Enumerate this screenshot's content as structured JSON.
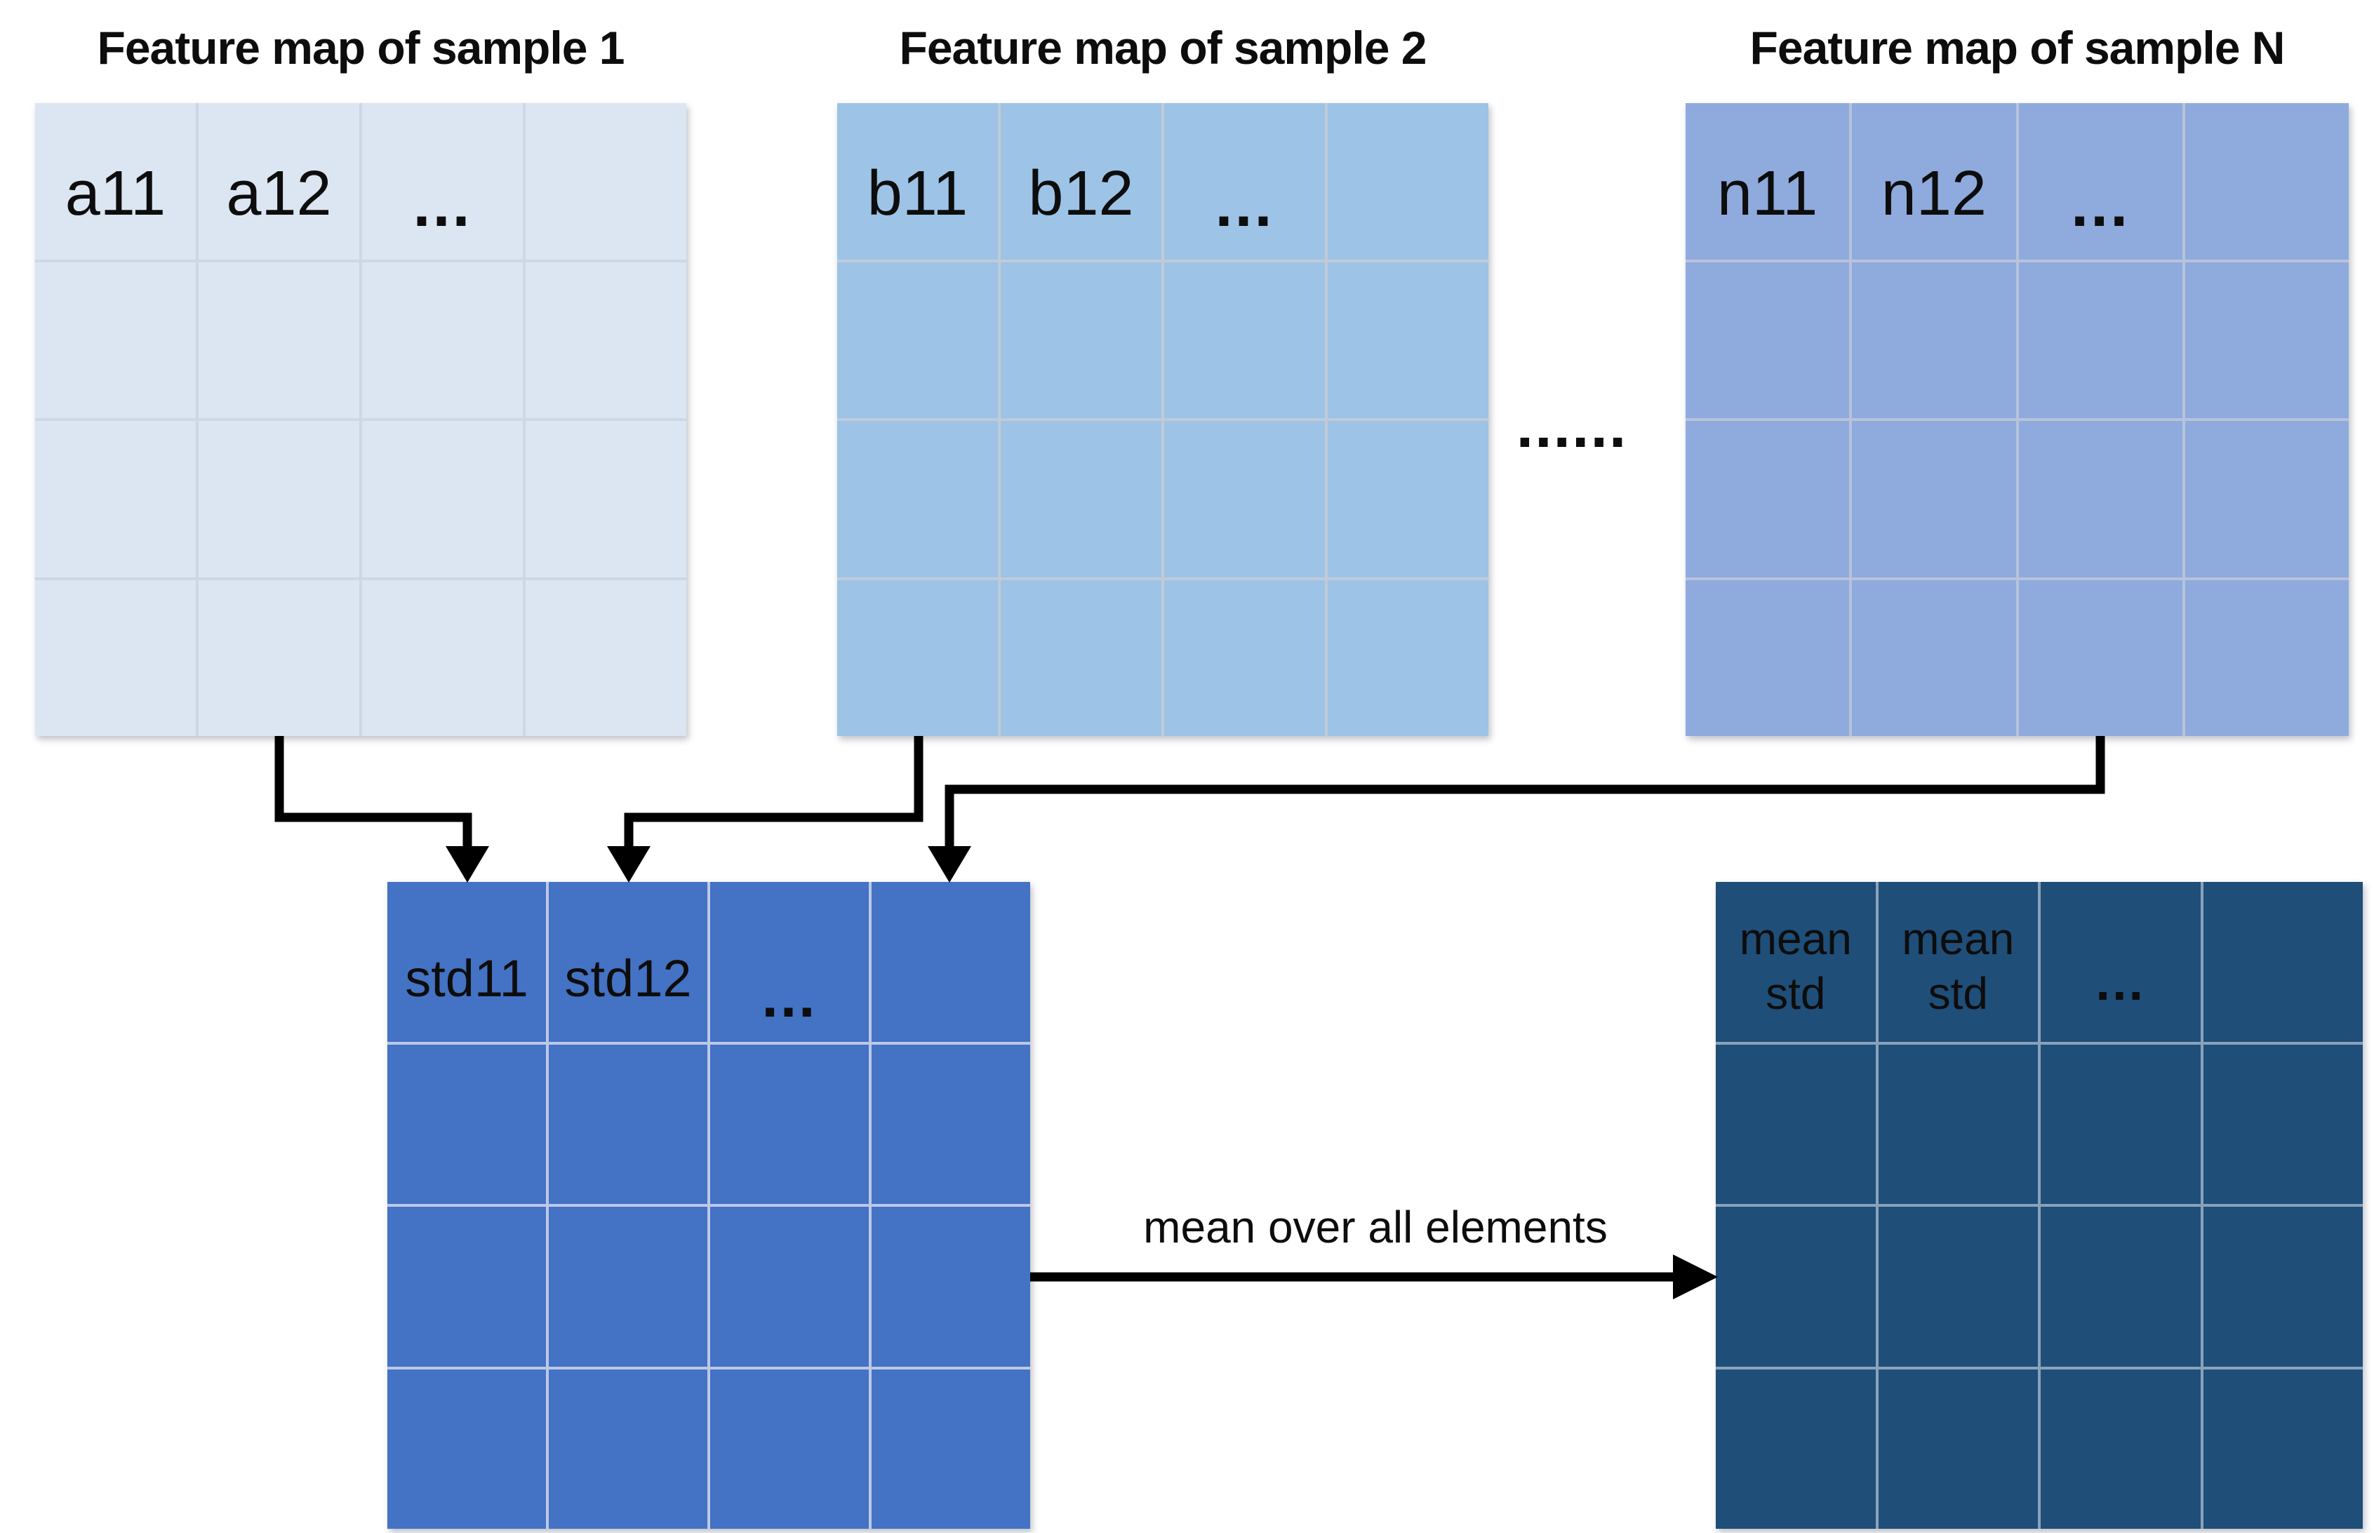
{
  "figure": {
    "maps": [
      {
        "id": "feature-map-sample-1",
        "title": "Feature map of sample 1",
        "rows": 4,
        "cols": 4,
        "row1": [
          "a11",
          "a12",
          "...",
          ""
        ],
        "fill": "#dce6f2",
        "line": "#cdd7e5"
      },
      {
        "id": "feature-map-sample-2",
        "title": "Feature map of sample 2",
        "rows": 4,
        "cols": 4,
        "row1": [
          "b11",
          "b12",
          "...",
          ""
        ],
        "fill": "#9dc3e6",
        "line": "#c0cbd8"
      },
      {
        "id": "feature-map-sample-N",
        "title": "Feature map of sample N",
        "rows": 4,
        "cols": 4,
        "row1": [
          "n11",
          "n12",
          "...",
          ""
        ],
        "fill": "#8faadc",
        "line": "#b8c3db"
      },
      {
        "id": "std-map",
        "title": "",
        "rows": 4,
        "cols": 4,
        "row1": [
          "std11",
          "std12",
          "...",
          ""
        ],
        "fill": "#4472c4",
        "line": "#bcc9e6"
      },
      {
        "id": "mean-std-map",
        "title": "",
        "rows": 4,
        "cols": 4,
        "row1": [
          "mean\nstd",
          "mean\nstd",
          "...",
          ""
        ],
        "fill": "#1f4e79",
        "line": "#8aa2b9"
      }
    ],
    "separator_dots": "......",
    "connections": [
      {
        "from": "feature-map-sample-1",
        "to": "std-map"
      },
      {
        "from": "feature-map-sample-2",
        "to": "std-map"
      },
      {
        "from": "feature-map-sample-N",
        "to": "std-map"
      },
      {
        "from": "std-map",
        "to": "mean-std-map",
        "label": "mean over all elements"
      }
    ]
  },
  "colors": {
    "background": "#ffffff",
    "arrow": "#000000",
    "text": "#0d0d0d"
  }
}
